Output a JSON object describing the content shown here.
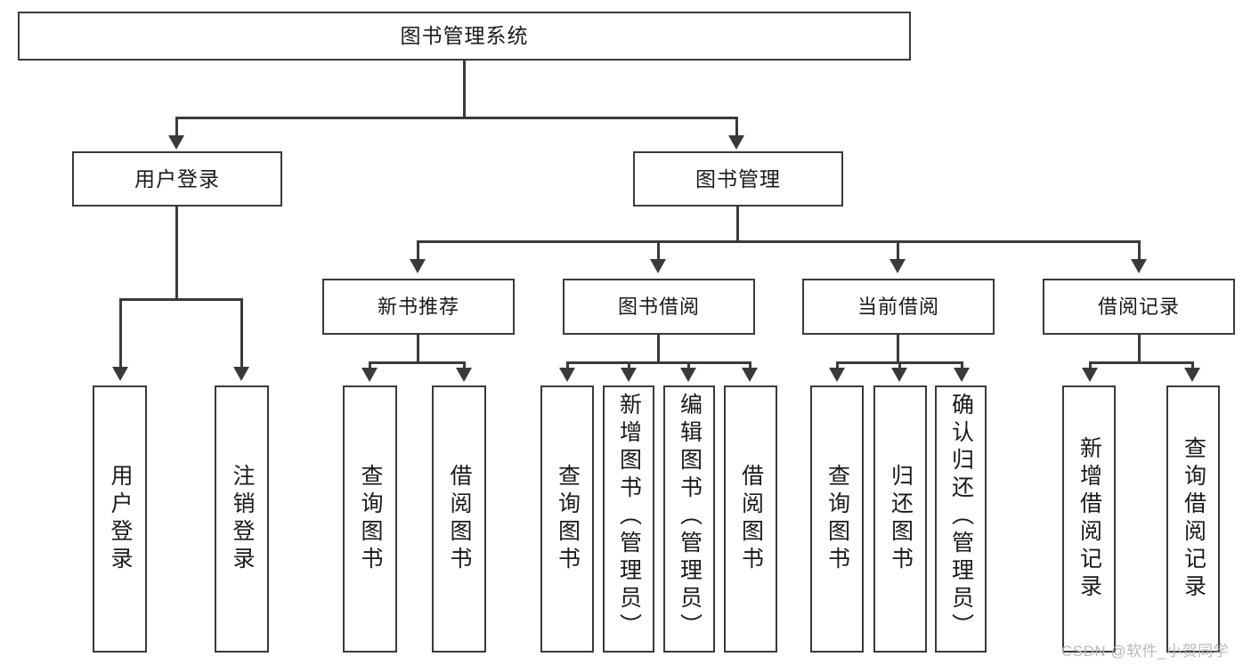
{
  "diagram": {
    "title": "图书管理系统",
    "root": {
      "label": "图书管理系统"
    },
    "level2": [
      {
        "label": "用户登录"
      },
      {
        "label": "图书管理"
      }
    ],
    "level3": [
      {
        "label": "新书推荐"
      },
      {
        "label": "图书借阅"
      },
      {
        "label": "当前借阅"
      },
      {
        "label": "借阅记录"
      }
    ],
    "leaves": {
      "user_login": [
        {
          "label": "用户登录"
        },
        {
          "label": "注销登录"
        }
      ],
      "new_book_recommend": [
        {
          "label": "查询图书"
        },
        {
          "label": "借阅图书"
        }
      ],
      "book_borrow": [
        {
          "label": "查询图书"
        },
        {
          "label": "新增图书（管理员）"
        },
        {
          "label": "编辑图书（管理员）"
        },
        {
          "label": "借阅图书"
        }
      ],
      "current_borrow": [
        {
          "label": "查询图书"
        },
        {
          "label": "归还图书"
        },
        {
          "label": "确认归还（管理员）"
        }
      ],
      "borrow_record": [
        {
          "label": "新增借阅记录"
        },
        {
          "label": "查询借阅记录"
        }
      ]
    }
  },
  "watermark": {
    "text": "CSDN @软件_小贺同学"
  },
  "colors": {
    "stroke": "#3a3a3a",
    "text": "#1a1a1a",
    "background": "#ffffff",
    "watermark": "#b9b9b9"
  }
}
